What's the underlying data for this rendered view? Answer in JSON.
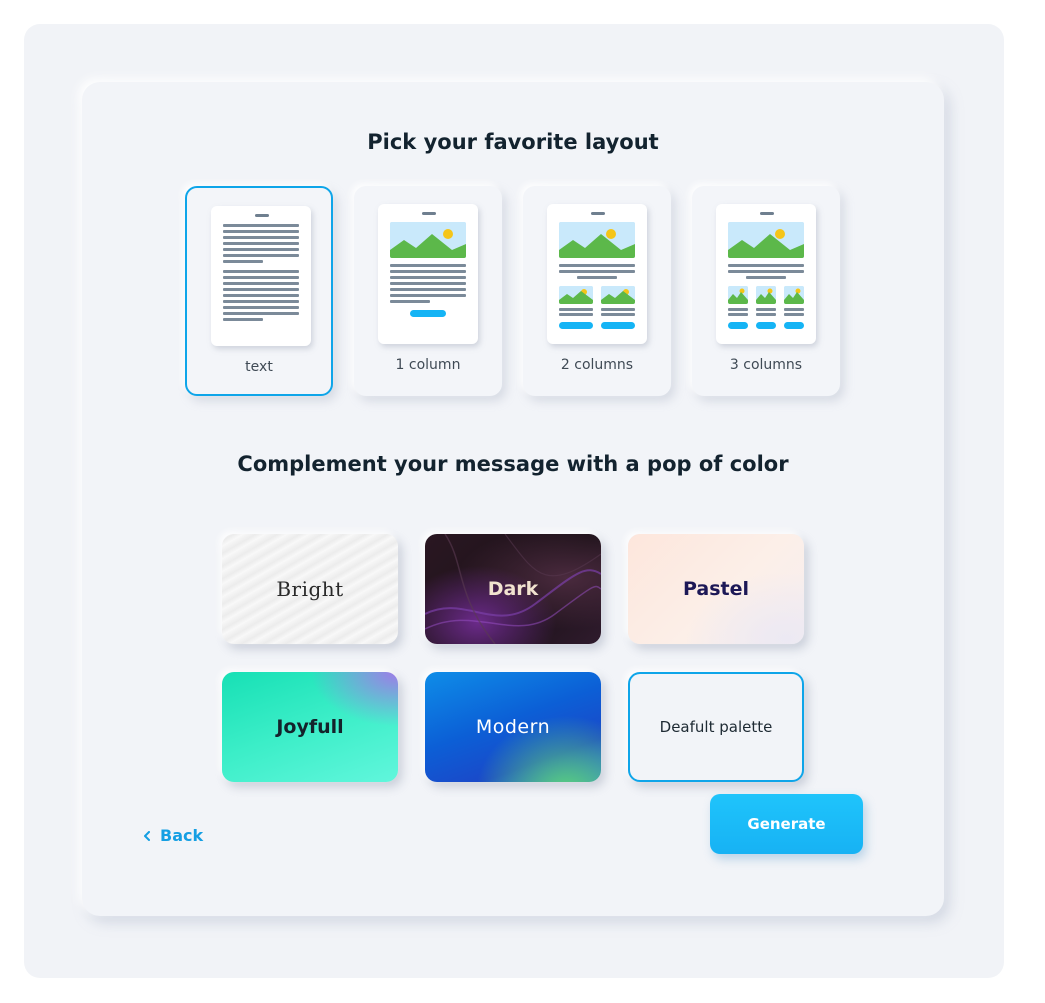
{
  "layout_section": {
    "title": "Pick your favorite layout",
    "options": [
      {
        "label": "text",
        "selected": true
      },
      {
        "label": "1 column",
        "selected": false
      },
      {
        "label": "2 columns",
        "selected": false
      },
      {
        "label": "3 columns",
        "selected": false
      }
    ]
  },
  "color_section": {
    "title": "Complement your message with a pop of color",
    "options": [
      {
        "label": "Bright",
        "selected": false
      },
      {
        "label": "Dark",
        "selected": false
      },
      {
        "label": "Pastel",
        "selected": false
      },
      {
        "label": "Joyfull",
        "selected": false
      },
      {
        "label": "Modern",
        "selected": false
      },
      {
        "label": "Deafult palette",
        "selected": true
      }
    ]
  },
  "footer": {
    "back_label": "Back",
    "generate_label": "Generate"
  },
  "colors": {
    "accent": "#0ea5e9",
    "button": "#1fc4fb",
    "heading": "#13232f"
  }
}
